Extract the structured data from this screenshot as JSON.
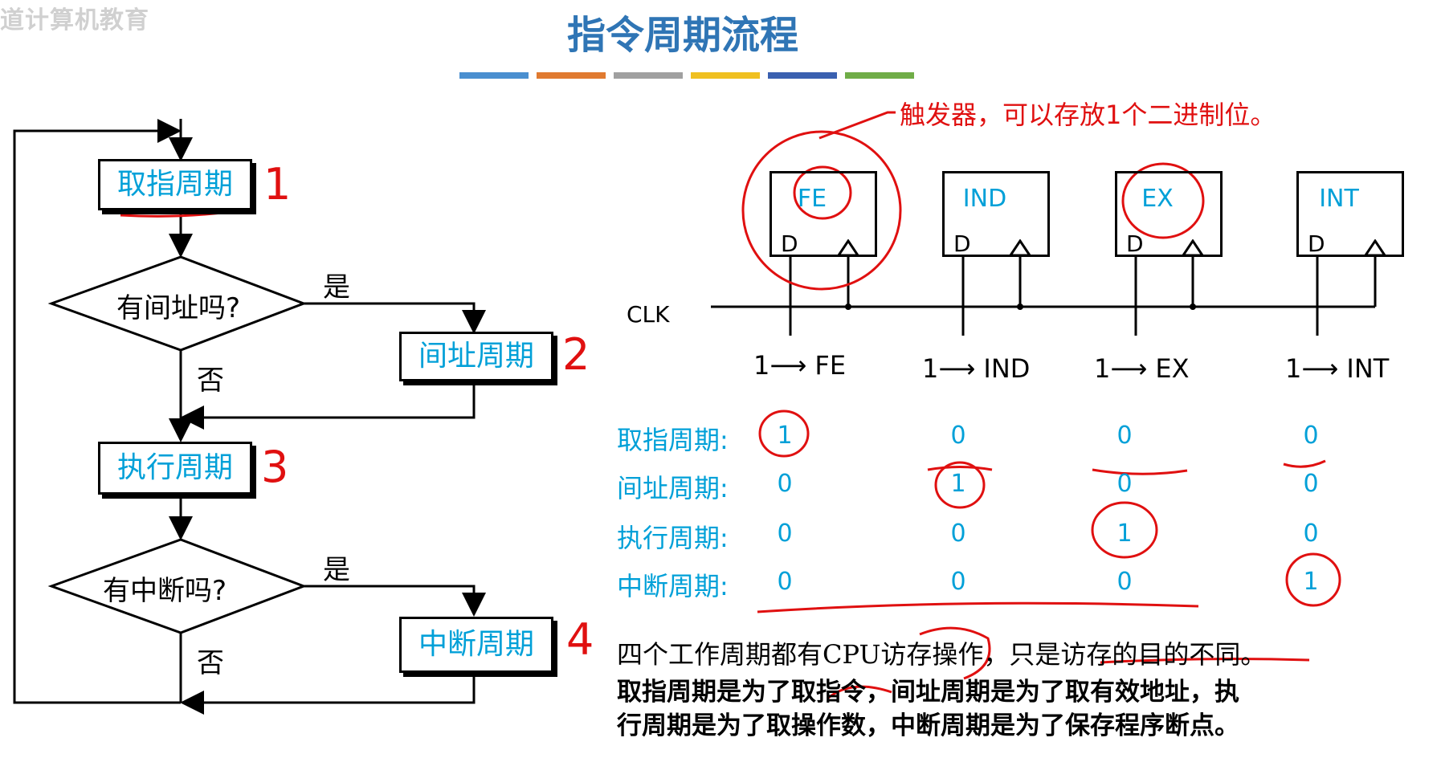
{
  "watermark": "道计算机教育",
  "title": "指令周期流程",
  "title_bar_colors": [
    "#4472c4",
    "#ed7d31",
    "#a5a5a5",
    "#ffc000",
    "#4472c4",
    "#70ad47"
  ],
  "flowchart": {
    "fetch_label": "取指周期",
    "indirect_question": "有间址吗?",
    "indirect_label": "间址周期",
    "execute_label": "执行周期",
    "interrupt_question": "有中断吗?",
    "interrupt_label": "中断周期",
    "yes_label": "是",
    "no_label": "否",
    "markers": [
      "1",
      "2",
      "3",
      "4"
    ]
  },
  "callout": "触发器，可以存放1个二进制位。",
  "clk_label": "CLK",
  "flipflops": [
    {
      "name": "FE",
      "d": "D",
      "set_label": "1⟶ FE"
    },
    {
      "name": "IND",
      "d": "D",
      "set_label": "1⟶ IND"
    },
    {
      "name": "EX",
      "d": "D",
      "set_label": "1⟶ EX"
    },
    {
      "name": "INT",
      "d": "D",
      "set_label": "1⟶ INT"
    }
  ],
  "state_table": {
    "rows": [
      {
        "label": "取指周期:",
        "values": [
          "1",
          "0",
          "0",
          "0"
        ]
      },
      {
        "label": "间址周期:",
        "values": [
          "0",
          "1",
          "0",
          "0"
        ]
      },
      {
        "label": "执行周期:",
        "values": [
          "0",
          "0",
          "1",
          "0"
        ]
      },
      {
        "label": "中断周期:",
        "values": [
          "0",
          "0",
          "0",
          "1"
        ]
      }
    ]
  },
  "notes": {
    "line1": "四个工作周期都有CPU访存操作，只是访存的目的不同。",
    "line2": "取指周期是为了取指令，间址周期是为了取有效地址，执",
    "line3": "行周期是为了取操作数，中断周期是为了保存程序断点。"
  },
  "colors": {
    "title": "#2f75b5",
    "box_text": "#00a0d8",
    "annotation": "#e01010"
  }
}
